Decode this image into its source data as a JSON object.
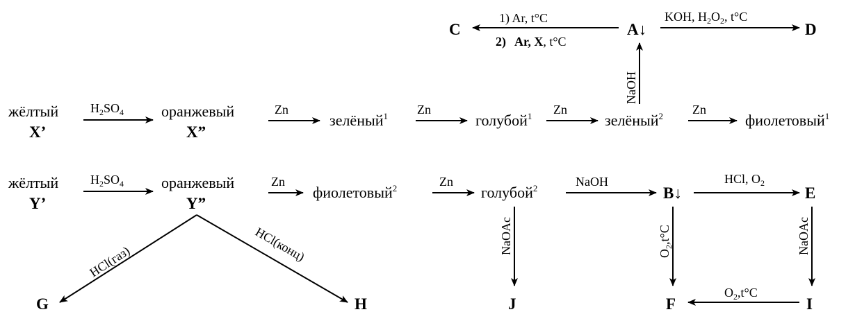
{
  "nodes": {
    "C": "C",
    "A": "A↓",
    "D": "D",
    "x_yellow": "жёлтый",
    "x_yellow_letter": "X’",
    "x_orange": "оранжевый",
    "x_orange_letter": "X”",
    "green1": "зелёный",
    "green1_sup": "1",
    "blue1": "голубой",
    "blue1_sup": "1",
    "green2": "зелёный",
    "green2_sup": "2",
    "violet1": "фиолетовый",
    "violet1_sup": "1",
    "y_yellow": "жёлтый",
    "y_yellow_letter": "Y’",
    "y_orange": "оранжевый",
    "y_orange_letter": "Y”",
    "violet2": "фиолетовый",
    "violet2_sup": "2",
    "blue2": "голубой",
    "blue2_sup": "2",
    "B": "B↓",
    "E": "E",
    "G": "G",
    "H": "H",
    "J": "J",
    "F": "F",
    "I": "I"
  },
  "edges": {
    "a_to_c_line1": "1)   Ar, t°C",
    "a_to_c_line2_num": "2)",
    "a_to_c_line2_bold": "Ar, X",
    "a_to_c_line2_rest": ", t°C",
    "a_to_d": {
      "pre": "KOH, H",
      "sub": "2",
      "mid": "O",
      "sub2": "2",
      "post": ", t°C"
    },
    "green2_to_a": "NaOH",
    "xy_acid": {
      "pre": "H",
      "sub": "2",
      "post": "SO",
      "sub2": "4"
    },
    "zn": "Zn",
    "blue2_to_b": "NaOH",
    "b_to_e": {
      "pre": "HCl, O",
      "sub": "2"
    },
    "y_to_g": "HCl(газ)",
    "y_to_h": "HCl(конц)",
    "blue2_to_j": "NaOAc",
    "b_to_f": {
      "pre": "O",
      "sub": "2",
      "post": ",t°C"
    },
    "e_to_i": "NaOAc",
    "i_to_f": {
      "pre": "O",
      "sub": "2",
      "post": ",t°C"
    }
  }
}
